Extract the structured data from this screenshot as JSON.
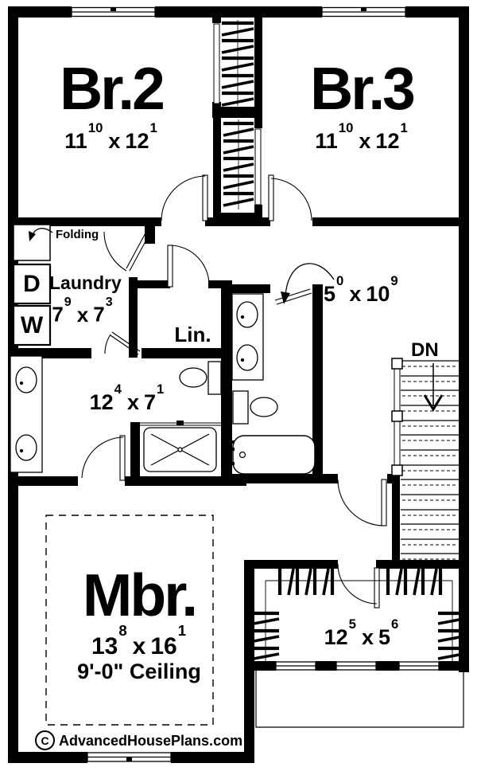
{
  "plan": {
    "rooms": {
      "br2": {
        "name": "Br.2",
        "dim": {
          "a": "11",
          "a_sup": "10",
          "sep": "x",
          "b": "12",
          "b_sup": "1"
        }
      },
      "br3": {
        "name": "Br.3",
        "dim": {
          "a": "11",
          "a_sup": "10",
          "sep": "x",
          "b": "12",
          "b_sup": "1"
        }
      },
      "laundry": {
        "name": "Laundry",
        "dim": {
          "a": "7",
          "a_sup": "9",
          "sep": "x",
          "b": "7",
          "b_sup": "3"
        }
      },
      "linen": {
        "name": "Lin."
      },
      "hall_bath": {
        "dim": {
          "a": "5",
          "a_sup": "0",
          "sep": "x",
          "b": "10",
          "b_sup": "9"
        }
      },
      "master_bath": {
        "dim": {
          "a": "12",
          "a_sup": "4",
          "sep": "x",
          "b": "7",
          "b_sup": "1"
        }
      },
      "master_bedroom": {
        "name": "Mbr.",
        "dim": {
          "a": "13",
          "a_sup": "8",
          "sep": "x",
          "b": "16",
          "b_sup": "1"
        },
        "ceiling": "9'-0\" Ceiling"
      },
      "walkin_closet": {
        "dim": {
          "a": "12",
          "a_sup": "5",
          "sep": "x",
          "b": "5",
          "b_sup": "6"
        }
      }
    },
    "labels": {
      "folding": "Folding",
      "dryer": "D",
      "washer": "W",
      "stairs_down": "DN"
    },
    "branding": {
      "copyright_mark": "C",
      "site": "AdvancedHousePlans.com"
    },
    "colors": {
      "wall": "#000000",
      "paper": "#ffffff"
    }
  }
}
